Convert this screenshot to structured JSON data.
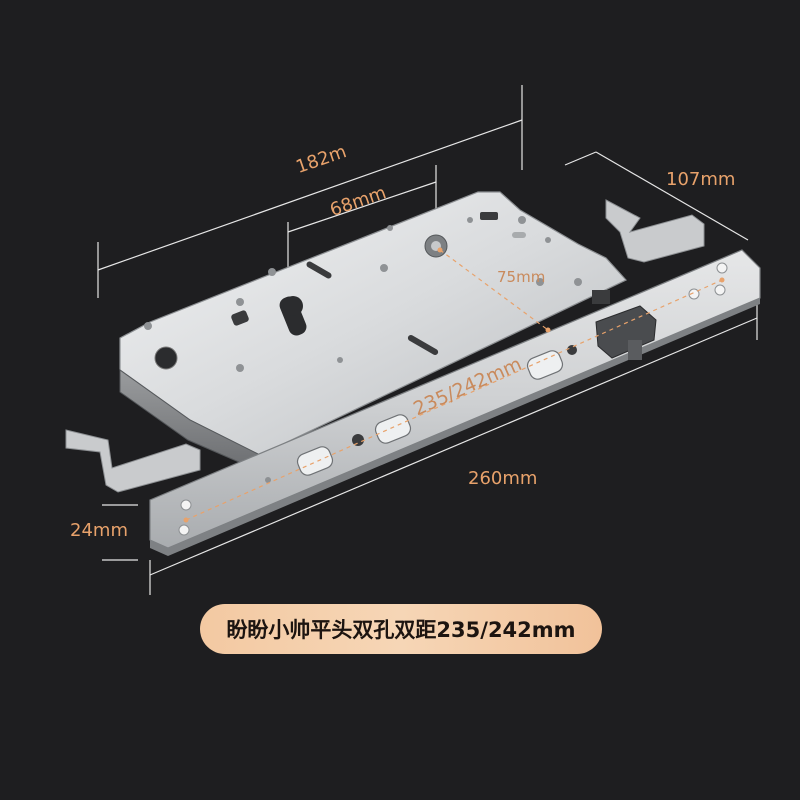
{
  "dimensions": {
    "width_182": "182m",
    "width_68": "68mm",
    "backset_75": "75mm",
    "hole_spacing": "235/242mm",
    "depth_107": "107mm",
    "length_260": "260mm",
    "faceplate_24": "24mm"
  },
  "caption": "盼盼小帅平头双孔双距235/242mm",
  "colors": {
    "background": "#1e1e20",
    "accent": "#e8a26b",
    "caption_pill": "#f4cda9"
  }
}
